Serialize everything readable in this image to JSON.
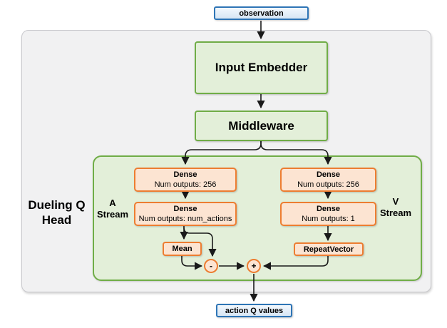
{
  "colors": {
    "blue_border": "#2e75b6",
    "blue_fill_bottom": "#d7e6f4",
    "green_border": "#70ad47",
    "green_fill": "#e3efd9",
    "orange_border": "#ed7d31",
    "orange_fill": "#fce4d2",
    "container_fill": "#f1f1f2",
    "container_border": "#c9c9cd",
    "line": "#1a1a1a"
  },
  "nodes": {
    "observation": {
      "label": "observation"
    },
    "input_embedder": {
      "label": "Input Embedder"
    },
    "middleware": {
      "label": "Middleware"
    },
    "dueling_head": {
      "line1": "Dueling Q",
      "line2": "Head"
    },
    "a_stream": {
      "line1": "A",
      "line2": "Stream"
    },
    "v_stream": {
      "line1": "V",
      "line2": "Stream"
    },
    "a_dense_1": {
      "title": "Dense",
      "subtitle": "Num outputs: 256"
    },
    "a_dense_2": {
      "title": "Dense",
      "subtitle": "Num outputs: num_actions"
    },
    "v_dense_1": {
      "title": "Dense",
      "subtitle": "Num outputs: 256"
    },
    "v_dense_2": {
      "title": "Dense",
      "subtitle": "Num outputs: 1"
    },
    "mean": {
      "label": "Mean"
    },
    "repeat_vector": {
      "label": "RepeatVector"
    },
    "minus_op": {
      "label": "-"
    },
    "plus_op": {
      "label": "+"
    },
    "action_q_values": {
      "label": "action Q values"
    }
  }
}
